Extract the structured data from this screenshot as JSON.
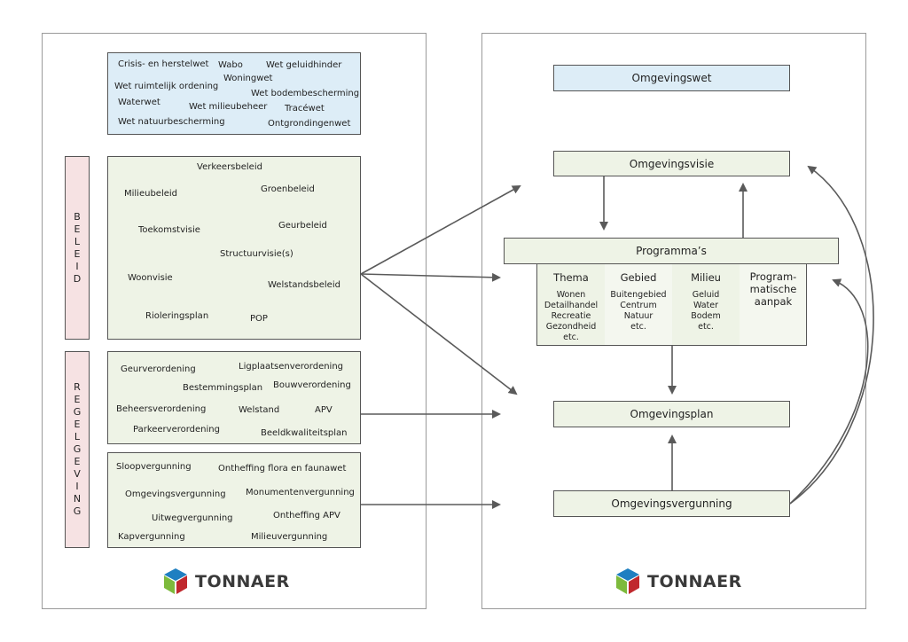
{
  "left_panel": {
    "laws": [
      "Crisis- en herstelwet",
      "Wabo",
      "Wet geluidhinder",
      "Woningwet",
      "Wet ruimtelijk ordening",
      "Wet bodembescherming",
      "Waterwet",
      "Wet milieubeheer",
      "Tracéwet",
      "Wet natuurbescherming",
      "Ontgrondingenwet"
    ],
    "beleid_label": [
      "B",
      "E",
      "L",
      "E",
      "I",
      "D"
    ],
    "beleid_items": [
      "Verkeersbeleid",
      "Milieubeleid",
      "Groenbeleid",
      "Geurbeleid",
      "Toekomstvisie",
      "Structuurvisie(s)",
      "Woonvisie",
      "Welstandsbeleid",
      "Rioleringsplan",
      "POP"
    ],
    "regelgeving_label": [
      "R",
      "E",
      "G",
      "E",
      "L",
      "G",
      "E",
      "V",
      "I",
      "N",
      "G"
    ],
    "verordeningen": [
      "Geurverordening",
      "Ligplaatsenverordening",
      "Bestemmingsplan",
      "Bouwverordening",
      "Beheersverordening",
      "Welstand",
      "APV",
      "Parkeerverordening",
      "Beeldkwaliteitsplan"
    ],
    "vergunningen": [
      "Sloopvergunning",
      "Ontheffing flora en faunawet",
      "Omgevingsvergunning",
      "Monumentenvergunning",
      "Uitwegvergunning",
      "Ontheffing APV",
      "Kapvergunning",
      "Milieuvergunning"
    ],
    "logo_text": "TONNAER"
  },
  "right_panel": {
    "omgevingswet": "Omgevingswet",
    "omgevingsvisie": "Omgevingsvisie",
    "programmas": "Programma’s",
    "columns": [
      {
        "header": "Thema",
        "items": [
          "Wonen",
          "Detailhandel",
          "Recreatie",
          "Gezondheid",
          "etc."
        ]
      },
      {
        "header": "Gebied",
        "items": [
          "Buitengebied",
          "Centrum",
          "Natuur",
          "etc."
        ]
      },
      {
        "header": "Milieu",
        "items": [
          "Geluid",
          "Water",
          "Bodem",
          "etc."
        ]
      },
      {
        "header": "Program-\nmatische\naanpak",
        "items": []
      }
    ],
    "omgevingsplan": "Omgevingsplan",
    "omgevingsvergunning": "Omgevingsvergunning",
    "logo_text": "TONNAER"
  },
  "colors": {
    "blue_box": "#ddedf7",
    "green_box": "#eef3e6",
    "pink_box": "#f6e2e3",
    "arrow": "#5a5a5a",
    "logo_blue": "#1f7fc1",
    "logo_green": "#7dba3c",
    "logo_red": "#c0282d"
  }
}
